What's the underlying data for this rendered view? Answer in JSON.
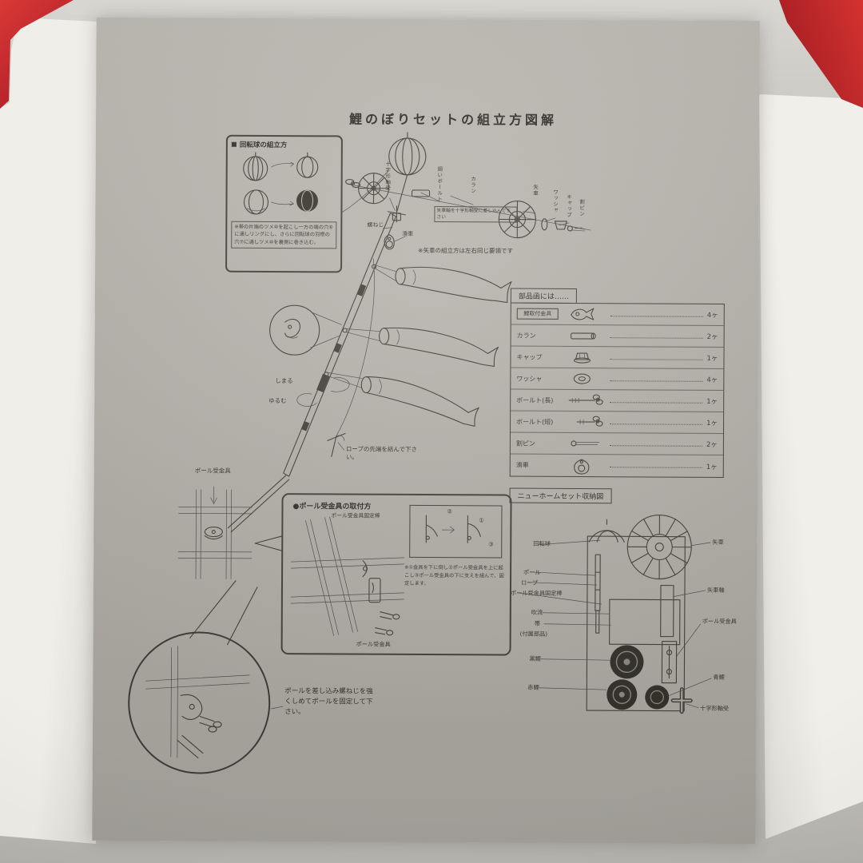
{
  "photo": {
    "box_red": "#c0242a",
    "paper_gray": "#b3b0a9"
  },
  "title": "鯉のぼりセットの組立方図解",
  "ball_box": {
    "title": "回転球の組立方",
    "note": "※帯の片端のツメ⑩を起こし一方の端の穴⑥に通しリングにし、さらに回転球の羽根の穴⑦に通しツメ⑩を裏側に巻き込む。"
  },
  "assembly": {
    "cross_bearing": "十字形軸受",
    "bolt": "廻いボールト",
    "karan": "カラン",
    "yaguruma": "矢車",
    "washer": "ワッシャ",
    "cap": "キャップ",
    "split_pin": "割ピン",
    "shaft_note": "矢車軸を十字形軸受に差し込んで下さい",
    "same_note": "※矢車の組立方は左右同じ要領です",
    "screw": "螺ねじ",
    "pulley": "滑車",
    "tighten": "しまる",
    "loosen": "ゆるむ",
    "rope_note": "ロープの先端を結んで下さい。",
    "bracket_label": "ポール受金具"
  },
  "parts_table": {
    "title": "部品函には……",
    "rows": [
      {
        "name": "鯉取付金具",
        "qty": "4ヶ"
      },
      {
        "name": "カラン",
        "qty": "2ヶ"
      },
      {
        "name": "キャップ",
        "qty": "1ヶ"
      },
      {
        "name": "ワッシャ",
        "qty": "4ヶ"
      },
      {
        "name": "ボールト(長)",
        "qty": "1ヶ"
      },
      {
        "name": "ボールト(短)",
        "qty": "1ヶ"
      },
      {
        "name": "割ピン",
        "qty": "2ヶ"
      },
      {
        "name": "滑車",
        "qty": "1ヶ"
      }
    ]
  },
  "bracket_box": {
    "title": "●ポール受金具の取付方",
    "rod_label": "ポール受金具固定棒",
    "bracket_label": "ポール受金具",
    "steps": [
      "②",
      "①",
      "③"
    ],
    "note": "※①金具を下に倒し②ポール受金具を上に起こし③ポール受金具の下に支えを組んで、固定します。"
  },
  "storage": {
    "title": "ニューホームセット収納図",
    "left_labels": [
      "回転球",
      "ポール",
      "ロープ",
      "ポール受金具固定棒",
      "吹流",
      "帯",
      "(付属部品)",
      "黒鯉",
      "赤鯉"
    ],
    "right_labels": [
      "矢車",
      "矢車軸",
      "ポール受金具",
      "青鯉",
      "十字形軸受"
    ]
  },
  "circle_note": "ポールを差し込み螺ねじを強くしめてポールを固定して下さい。"
}
